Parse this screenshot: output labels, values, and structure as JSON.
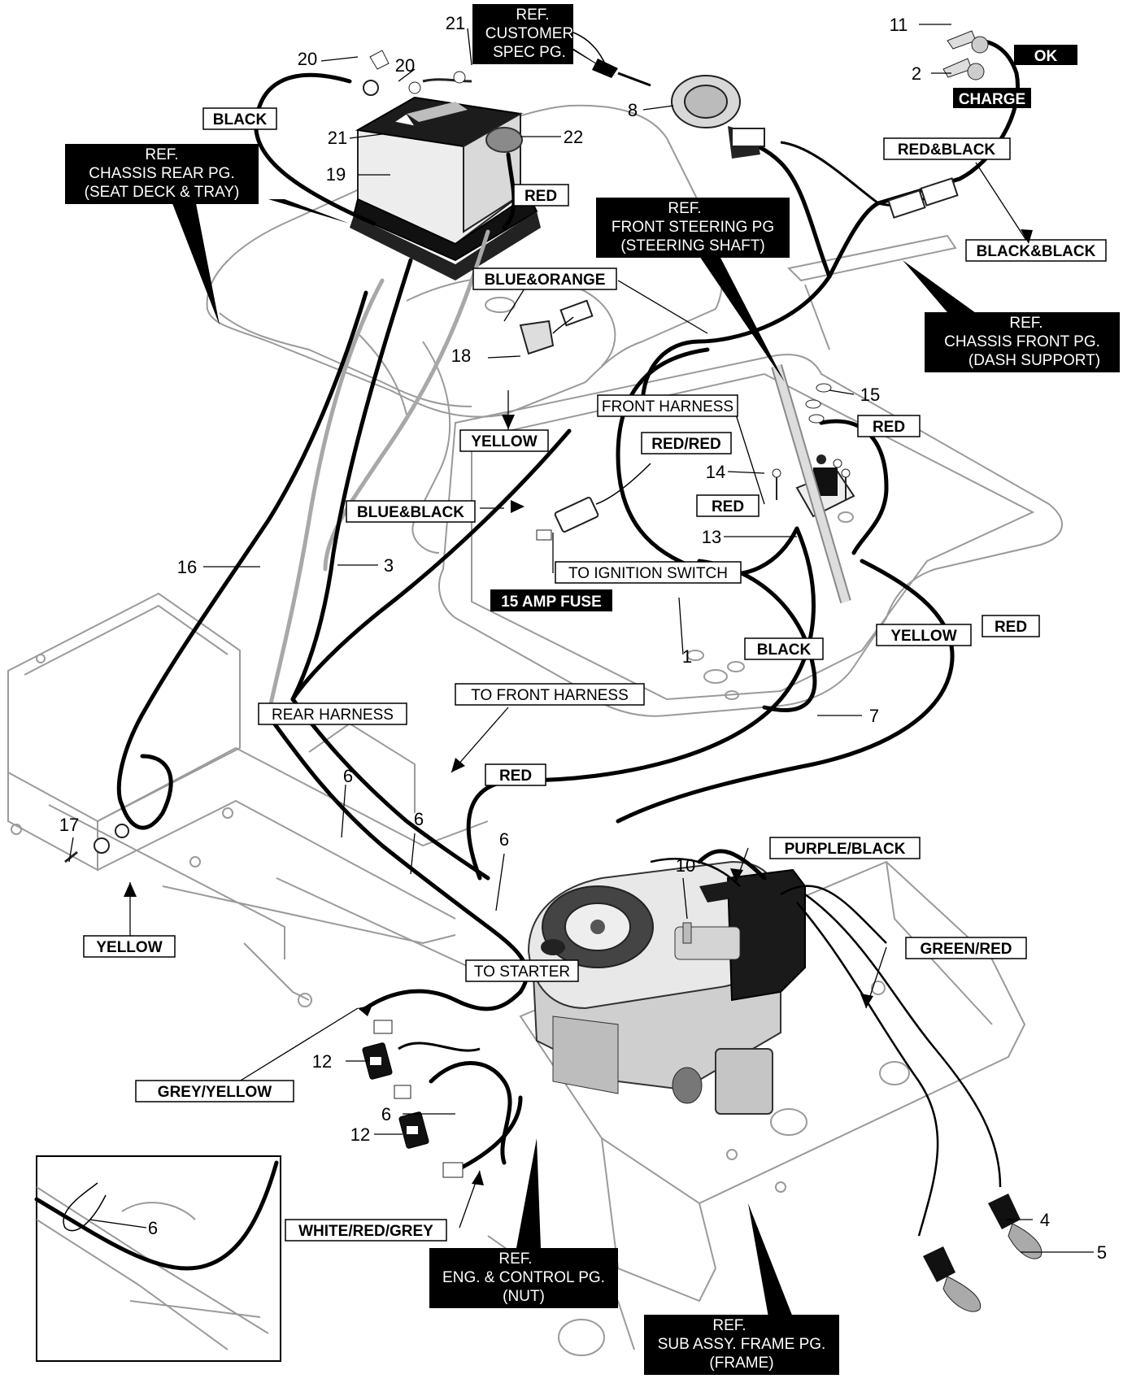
{
  "callouts": {
    "c1": "1",
    "c2": "2",
    "c3": "3",
    "c4": "4",
    "c5": "5",
    "c6": "6",
    "c7": "7",
    "c8": "8",
    "c10": "10",
    "c11": "11",
    "c12": "12",
    "c13": "13",
    "c14": "14",
    "c15": "15",
    "c16": "16",
    "c17": "17",
    "c18": "18",
    "c19": "19",
    "c20": "20",
    "c21": "21",
    "c22": "22"
  },
  "labels": {
    "ref_customer_spec": [
      "REF.",
      "CUSTOMER",
      "SPEC PG."
    ],
    "ok": "OK",
    "charge": "CHARGE",
    "red_black": "RED&BLACK",
    "black_black": "BLACK&BLACK",
    "black_top": "BLACK",
    "ref_chassis_rear": [
      "REF.",
      "CHASSIS REAR PG.",
      "(SEAT DECK & TRAY)"
    ],
    "red_battery": "RED",
    "ref_front_steering": [
      "REF.",
      "FRONT STEERING PG",
      "(STEERING SHAFT)"
    ],
    "blue_orange": "BLUE&ORANGE",
    "ref_chassis_front": [
      "REF.",
      "CHASSIS FRONT PG.",
      "(DASH SUPPORT)"
    ],
    "front_harness": "FRONT HARNESS",
    "red_15": "RED",
    "yellow_top": "YELLOW",
    "red_red": "RED/RED",
    "red_14": "RED",
    "blue_black": "BLUE&BLACK",
    "to_ignition_switch": "TO IGNITION SWITCH",
    "amp_fuse": "15 AMP FUSE",
    "yellow_right": "YELLOW",
    "red_right": "RED",
    "black_mid": "BLACK",
    "rear_harness": "REAR HARNESS",
    "to_front_harness": "TO FRONT HARNESS",
    "red_mid": "RED",
    "purple_black": "PURPLE/BLACK",
    "green_red": "GREEN/RED",
    "to_starter": "TO STARTER",
    "yellow_bottom": "YELLOW",
    "grey_yellow": "GREY/YELLOW",
    "white_red_grey": "WHITE/RED/GREY",
    "ref_eng_control": [
      "REF.",
      "ENG. & CONTROL PG.",
      "(NUT)"
    ],
    "ref_sub_assy": [
      "REF.",
      "SUB ASSY. FRAME PG.",
      "(FRAME)"
    ]
  }
}
